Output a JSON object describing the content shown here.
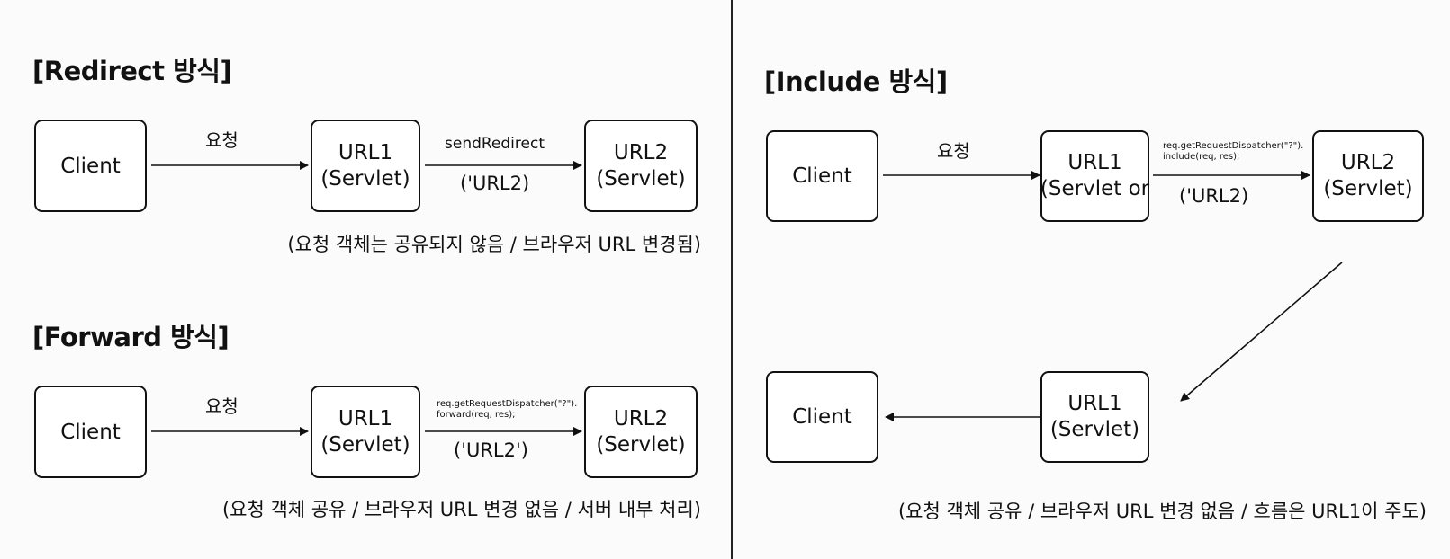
{
  "redirect": {
    "title": "[Redirect 방식]",
    "client_label": "Client",
    "request_label": "요청",
    "url1_line1": "URL1",
    "url1_line2": "(Servlet)",
    "method_label": "sendRedirect",
    "target_label": "('URL2)",
    "url2_line1": "URL2",
    "url2_line2": "(Servlet)",
    "note": "(요청 객체는 공유되지 않음 / 브라우저 URL 변경됨)"
  },
  "forward": {
    "title": "[Forward 방식]",
    "client_label": "Client",
    "request_label": "요청",
    "url1_line1": "URL1",
    "url1_line2": "(Servlet)",
    "method_line1": "req.getRequestDispatcher(\"?\").",
    "method_line2": "forward(req, res);",
    "target_label": "('URL2')",
    "url2_line1": "URL2",
    "url2_line2": "(Servlet)",
    "note": "(요청 객체 공유 / 브라우저 URL 변경 없음 / 서버 내부 처리)"
  },
  "include": {
    "title": "[Include 방식]",
    "client_label": "Client",
    "request_label": "요청",
    "url1_line1": "URL1",
    "url1_line2": "(Servlet or",
    "method_line1": "req.getRequestDispatcher(\"?\").",
    "method_line2": "include(req, res);",
    "target_label": "('URL2)",
    "url2_line1": "URL2",
    "url2_line2": "(Servlet)",
    "return_client_label": "Client",
    "return_url1_line1": "URL1",
    "return_url1_line2": "(Servlet)",
    "note": "(요청 객체 공유 / 브라우저 URL 변경 없음 / 흐름은 URL1이 주도)"
  }
}
